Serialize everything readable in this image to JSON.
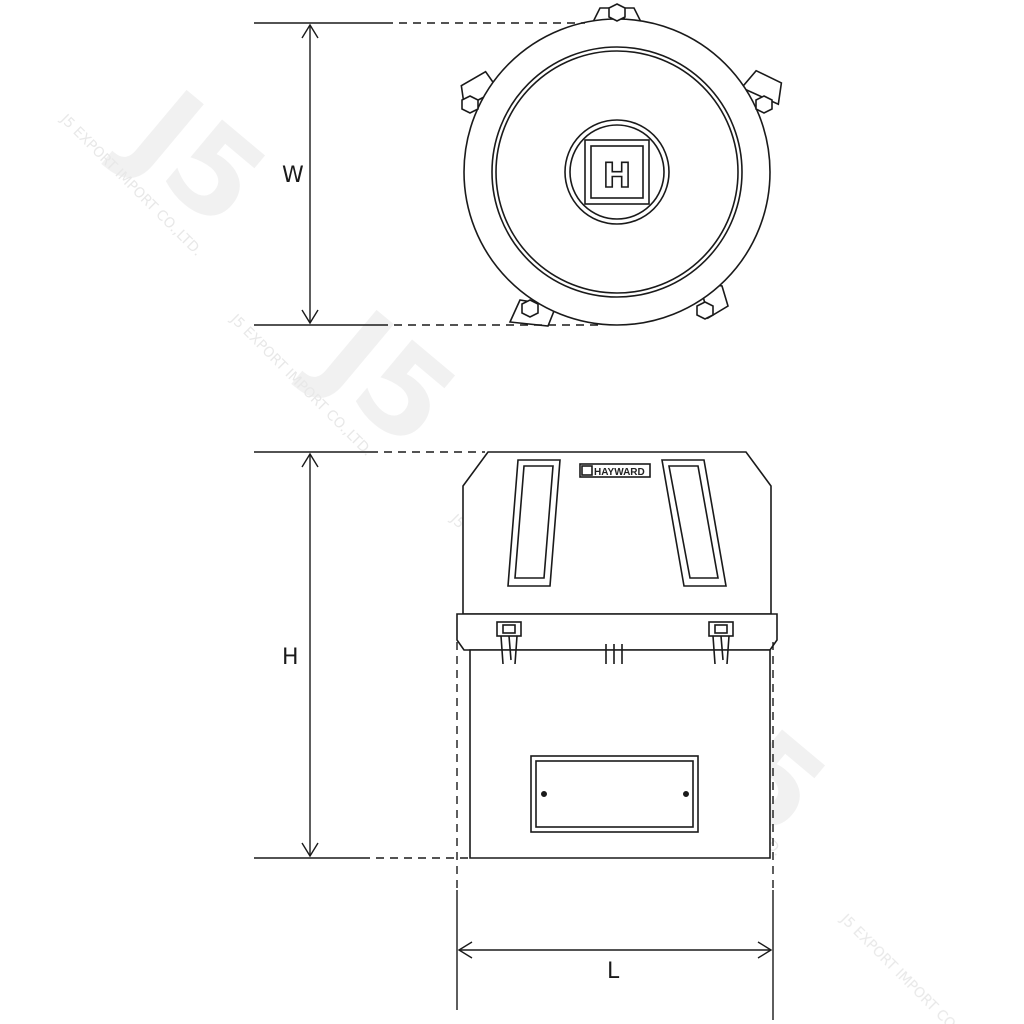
{
  "dimensions": {
    "width_label": "W",
    "height_label": "H",
    "length_label": "L"
  },
  "product": {
    "brand": "HAYWARD",
    "logo_letter": "H"
  },
  "watermark": {
    "logo": "J5",
    "text": "J5 EXPORT IMPORT CO.,LTD."
  }
}
